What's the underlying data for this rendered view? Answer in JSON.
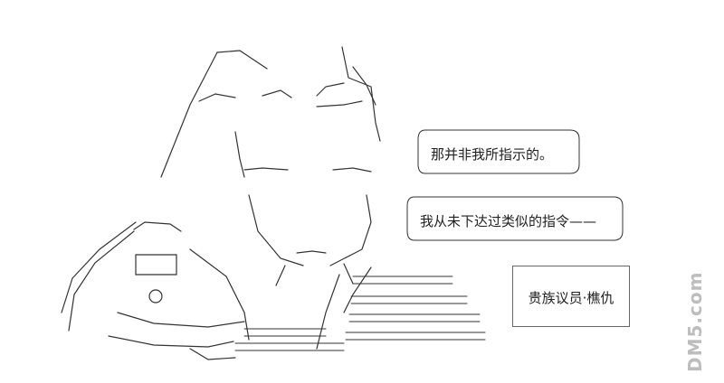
{
  "speech": [
    {
      "text": "那并非我所指示的。"
    },
    {
      "text": "我从未下达过类似的指令——"
    }
  ],
  "caption": {
    "text": "贵族议员·樵仇"
  },
  "watermark": {
    "text": "DM5.com"
  }
}
